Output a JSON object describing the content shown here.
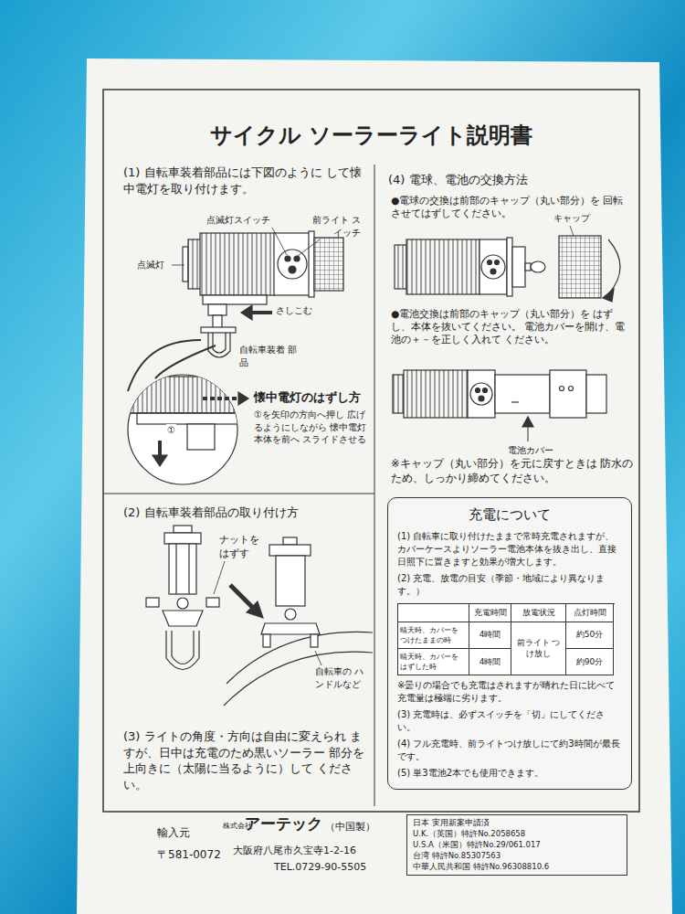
{
  "diagram": {
    "title": "サイクル ソーラーライト説明書",
    "nodes": [
      {
        "text": [
          "充電について",
          "(1) 自転車に取り付けたままで常時充電されますが、 カバーケースよりソーラー電池本体を抜き出し、直接 日照下に置きますと効果が増大します。",
          "(2) 充電、放電の目安（季節・地域により異なります。）",
          "※曇りの場合でも充電はされますが晴れた日に比べて 充電量は極端に劣ります。",
          "(3) 充電時は、必ずスイッチを「切」にしてください。",
          "(4) フル充電時、前ライトつけ放しにて約3時間が最長 です。",
          "(5) 単3電池2本でも使用できます。"
        ]
      },
      {
        "text": [
          "充電時間",
          "放電状況",
          "点灯時間",
          "晴天時、カバーを つけたままの時",
          "4時間",
          "前ライト つけ放し",
          "約50分",
          "晴天時、カバーを はずした時",
          "4時間",
          "約90分"
        ],
        "in": 0
      },
      {
        "text": [
          "日本 実用新案申請済",
          "U.K.（英国）特許No.2058658",
          "U.S.A（米国）特許No.29/061.017",
          "台湾 特許No.85307563",
          "中華人民共和国 特許No.96308810.6"
        ]
      }
    ],
    "labels": [
      "(1) 自転車装着部品には下図のように して懐中電灯を取り付けます。",
      "点滅灯スイッチ",
      "前ライト スイッチ",
      "点滅灯",
      "さしこむ",
      "自転車装着 部品",
      "懐中電灯のはずし方",
      "①を矢印の方向へ押し 広げるようにしながら 懐中電灯本体を前へ スライドさせる",
      "①",
      "(2) 自転車装着部品の取り付け方",
      "ナットを はずす",
      "自転車の ハンドルなど",
      "(3) ライトの角度・方向は自由に変えられ ますが、日中は充電のため黒いソーラー 部分を上向きに（太陽に当るように）して ください。",
      "(4) 電球、電池の交換方法",
      "●電球の交換は前部のキャップ（丸い部分）を 回転させてはずしてください。",
      "キャップ",
      "●電池交換は前部のキャップ（丸い部分）を はずし、本体を抜いてください。 電池カバーを開け、電池の＋－を正しく入れて ください。",
      "電池カバー",
      "※キャップ（丸い部分）を元に戻すときは 防水のため、しっかり締めてください。",
      "輸入元",
      "株式会社",
      "アーテック",
      "（中国製）",
      "〒581-0072",
      "大阪府八尾市久宝寺1-2-16",
      "TEL.0729-90-5505"
    ]
  }
}
